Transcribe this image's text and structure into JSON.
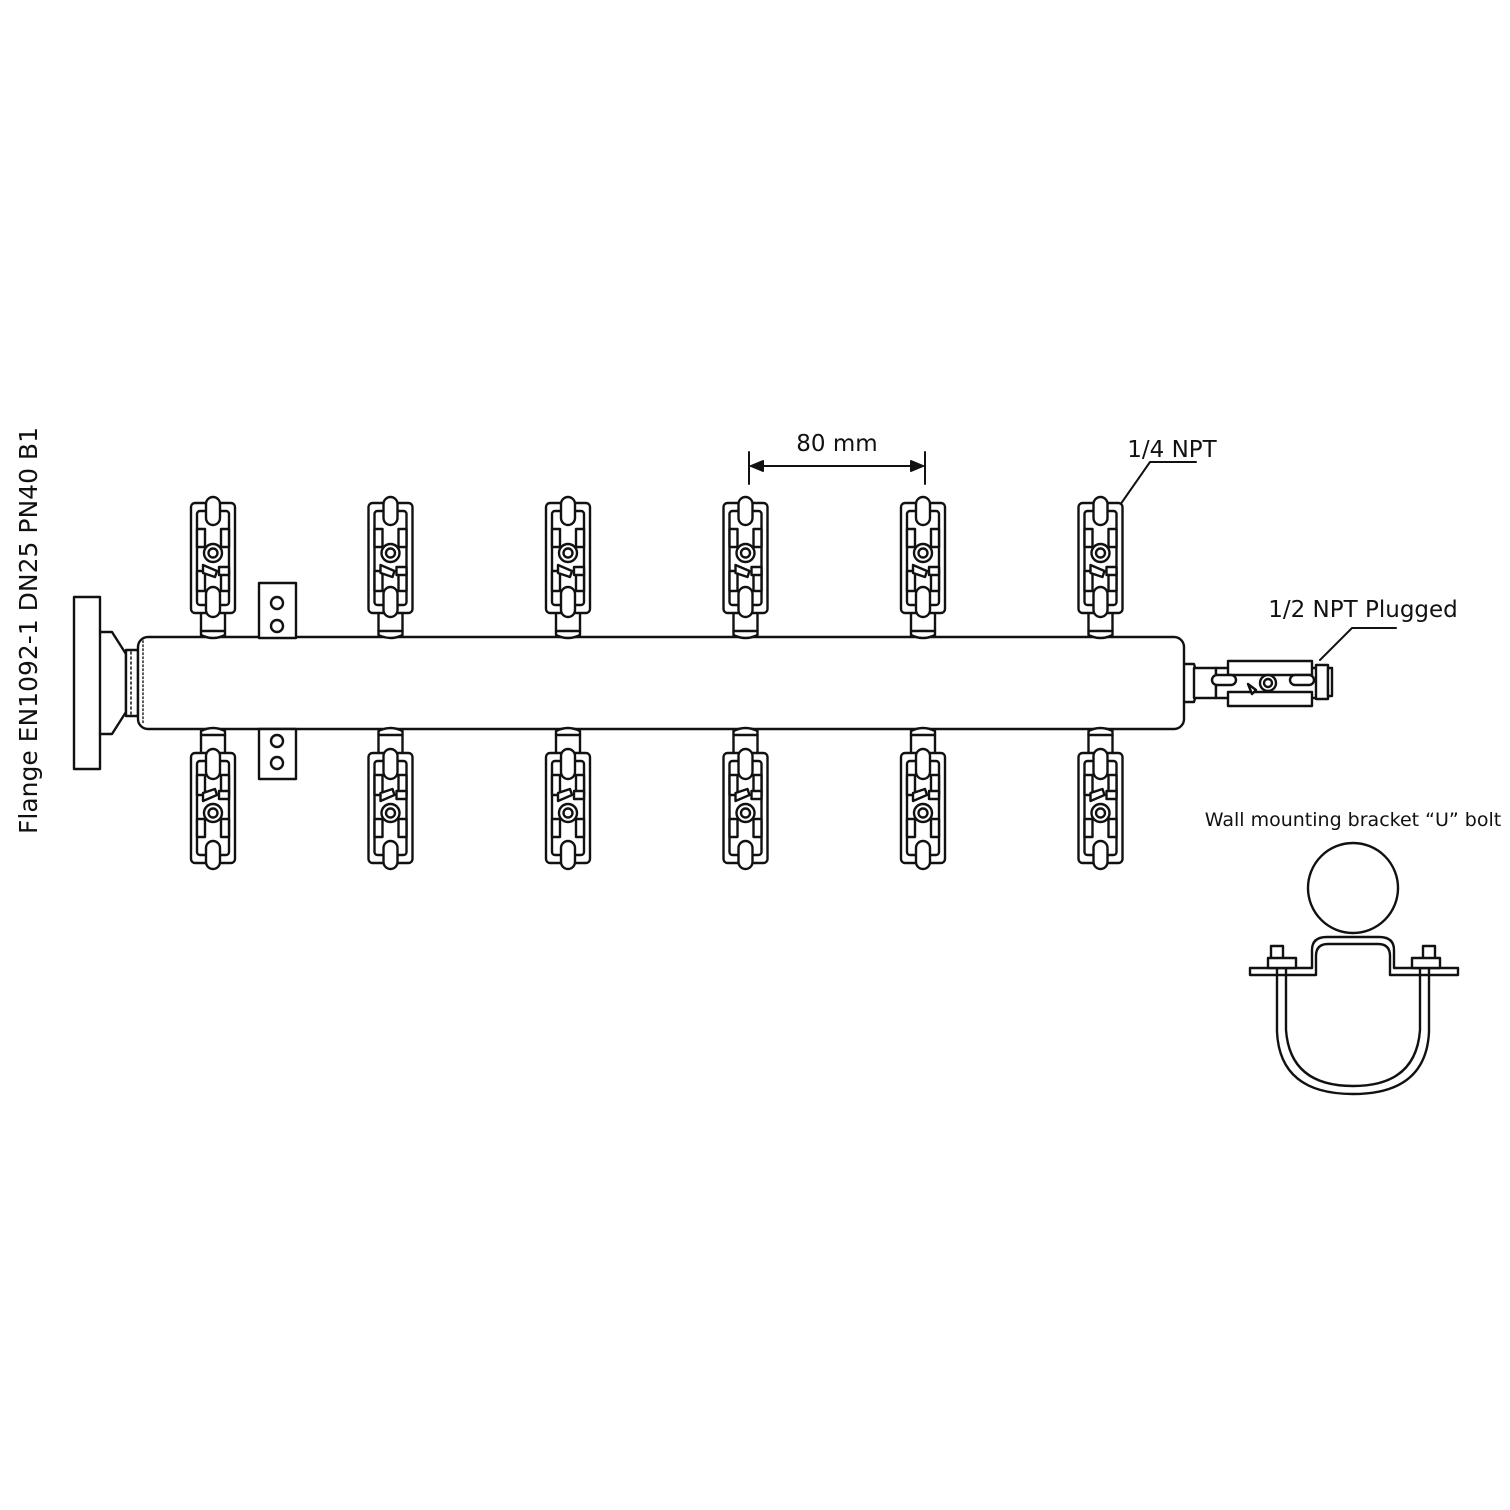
{
  "labels": {
    "flange": "Flange EN1092-1 DN25 PN40 B1",
    "spacing": "80 mm",
    "port_npt": "1/4 NPT",
    "plugged": "1/2 NPT Plugged",
    "bracket": "Wall mounting bracket “U” bolt"
  },
  "manifold": {
    "valves_per_side": 6,
    "sides": [
      "top",
      "bottom"
    ]
  },
  "colors": {
    "stroke": "#111111",
    "background": "#ffffff"
  }
}
